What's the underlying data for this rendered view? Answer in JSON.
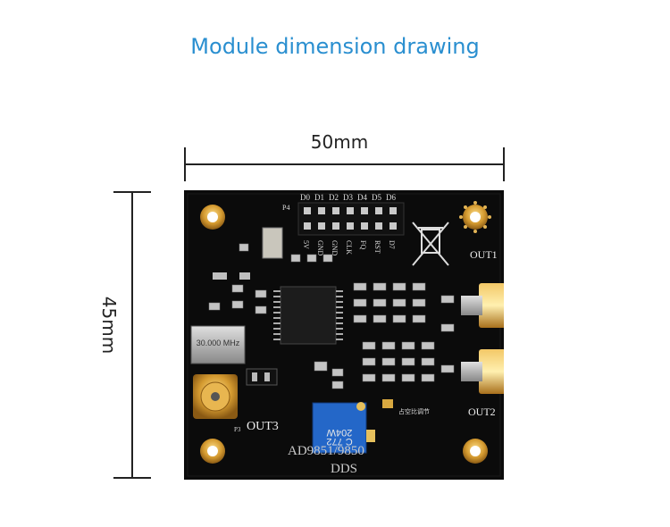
{
  "title": "Module dimension drawing",
  "dimensions": {
    "width_label": "50mm",
    "height_label": "45mm"
  },
  "board": {
    "header_top": [
      "D0",
      "D1",
      "D2",
      "D3",
      "D4",
      "D5",
      "D6"
    ],
    "header_bottom": [
      "5V",
      "GND",
      "GND",
      "CLK",
      "FQ",
      "RST",
      "D7"
    ],
    "oscillator": "30.000 MHz",
    "outputs": [
      "OUT1",
      "OUT2",
      "OUT3"
    ],
    "silk_model": "AD9851/9850",
    "silk_dds": "DDS",
    "pot_label": "204W",
    "pot_sub": "C 772",
    "chinese_label": "占空比调节",
    "p4": "P4",
    "p3": "P3",
    "colors": {
      "pcb": "#0c0c0c",
      "pad_gold": "#c9943a",
      "sma_gold": "#d9a13c",
      "pot_blue": "#1f5fbf"
    }
  }
}
